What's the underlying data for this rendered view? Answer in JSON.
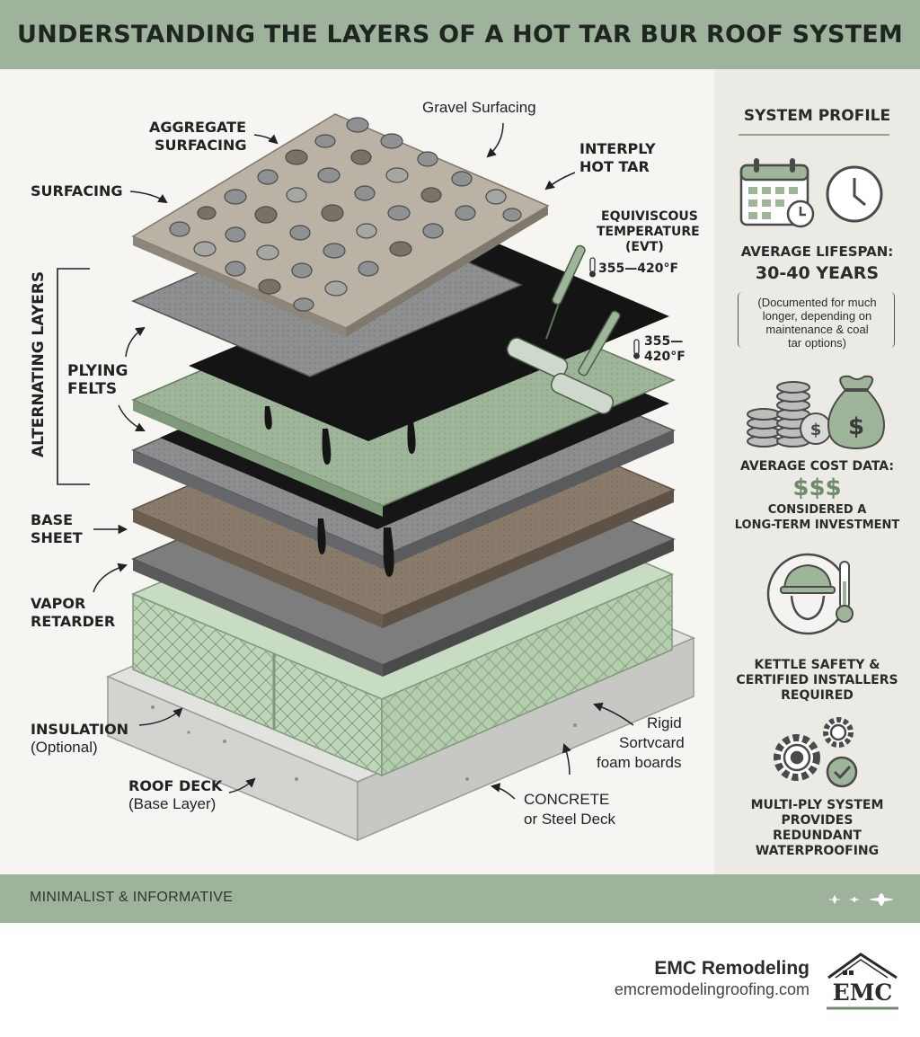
{
  "title": "UNDERSTANDING THE LAYERS OF A HOT TAR BUR ROOF SYSTEM",
  "labels": {
    "gravel_surfacing": "Gravel Surfacing",
    "aggregate": "AGGREGATE",
    "surfacing_word": "SURFACING",
    "surfacing": "SURFACING",
    "interply": "INTERPLY",
    "hot_tar": "HOT TAR",
    "evt_line1": "EQUIVISCOUS",
    "evt_line2": "TEMPERATURE",
    "evt_line3": "(EVT)",
    "temp_range": "355—420°F",
    "temp_range2_l1": "355—",
    "temp_range2_l2": "420°F",
    "alternating_layers": "ALTERNATING LAYERS",
    "plying": "PLYING",
    "felts": "FELTS",
    "base": "BASE",
    "sheet": "SHEET",
    "vapor": "VAPOR",
    "retarder": "RETARDER",
    "insulation": "INSULATION",
    "optional": "(Optional)",
    "roof_deck": "ROOF DECK",
    "base_layer": "(Base Layer)",
    "rigid": "Rigid",
    "sortvcard": "Sortvcard",
    "foam_boards": "foam boards",
    "concrete": "CONCRETE",
    "steel_deck": "or Steel Deck"
  },
  "panel": {
    "title": "SYSTEM PROFILE",
    "lifespan_label": "AVERAGE LIFESPAN:",
    "lifespan_value": "30-40 YEARS",
    "lifespan_note_1": "(Documented for much",
    "lifespan_note_2": "longer, depending on",
    "lifespan_note_3": "maintenance & coal",
    "lifespan_note_4": "tar options)",
    "cost_label": "AVERAGE COST DATA:",
    "cost_value": "$$$",
    "cost_note_1": "CONSIDERED A",
    "cost_note_2": "LONG-TERM INVESTMENT",
    "safety_1": "KETTLE SAFETY &",
    "safety_2": "CERTIFIED INSTALLERS",
    "safety_3": "REQUIRED",
    "multi_1": "MULTI-PLY SYSTEM",
    "multi_2": "PROVIDES",
    "multi_3": "REDUNDANT",
    "multi_4": "WATERPROOFING",
    "icon_dollar": "$"
  },
  "footer": {
    "tagline": "MINIMALIST & INFORMATIVE",
    "brand": "EMC Remodeling",
    "url": "emcremodelingroofing.com",
    "logo_text": "EMC"
  },
  "icons": [
    "calendar-icon",
    "clock-icon",
    "coins-icon",
    "money-bag-icon",
    "worker-helmet-icon",
    "thermometer-icon",
    "gears-icon",
    "check-icon",
    "sparkle-icon",
    "house-roof-icon"
  ],
  "colors": {
    "header": "#9fb39c",
    "background": "#f6f5f1",
    "panel": "#eceae4",
    "accent": "#6f8a6c",
    "tar": "#151515"
  }
}
